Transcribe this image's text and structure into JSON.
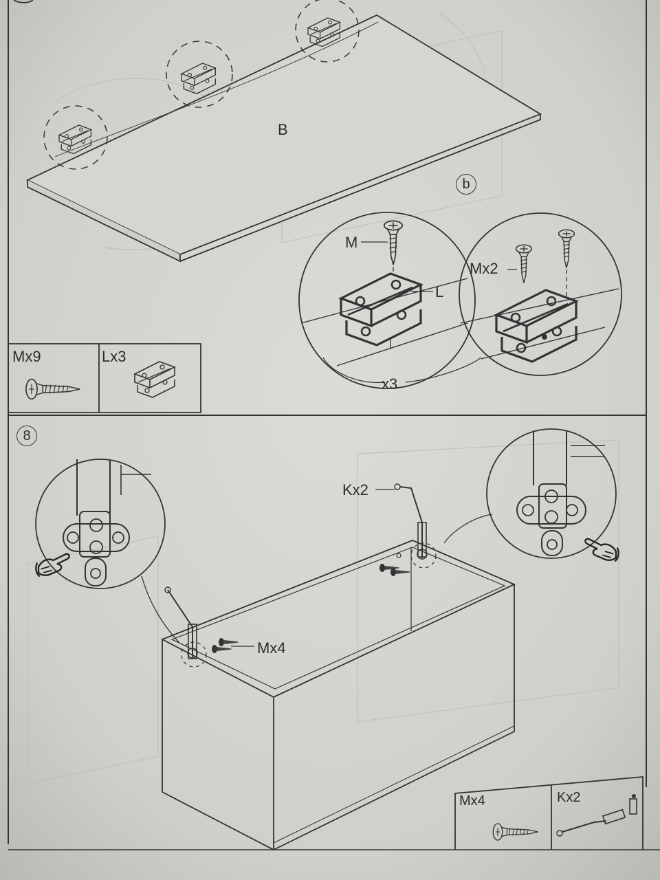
{
  "step_a": {
    "panel_label": "B",
    "sub_step": "b",
    "callout_screw_label": "M",
    "callout_hinge_label": "L",
    "callout_screw_count_label": "Mx2",
    "repeat_label": "x3",
    "parts": [
      {
        "label": "Mx9",
        "icon": "screw-icon"
      },
      {
        "label": "Lx3",
        "icon": "hinge-icon"
      }
    ]
  },
  "step_8": {
    "step_number": "8",
    "stay_label": "Kx2",
    "screw_label": "Mx4",
    "parts": [
      {
        "label": "Mx4",
        "icon": "screw-icon"
      },
      {
        "label": "Kx2",
        "icon": "lid-stay-icon"
      }
    ]
  },
  "colors": {
    "paper": "#d4d3cf",
    "ink": "#333333"
  }
}
